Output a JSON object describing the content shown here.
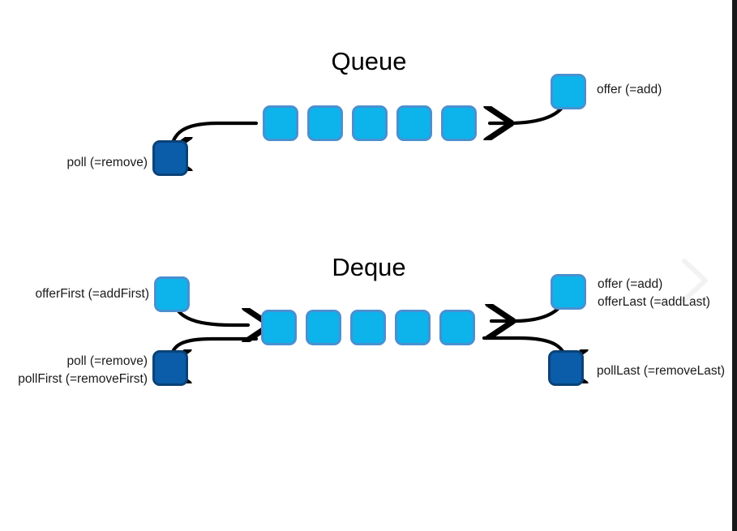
{
  "diagram": {
    "background_color": "#ffffff",
    "accent_light": "#0db3eb",
    "accent_light_border": "#4a90d0",
    "accent_dark": "#0b5ca9",
    "accent_dark_border": "#0a4277",
    "arrow_color": "#000000",
    "edge_strip_color": "#17181a"
  },
  "queue": {
    "title": "Queue",
    "cell_count": 5,
    "enqueue": {
      "label": "offer (=add)"
    },
    "dequeue": {
      "label": "poll (=remove)"
    }
  },
  "deque": {
    "title": "Deque",
    "cell_count": 5,
    "front_add": {
      "label": "offerFirst (=addFirst)"
    },
    "front_remove": {
      "line1": "poll (=remove)",
      "line2": "pollFirst (=removeFirst)"
    },
    "back_add": {
      "line1": "offer (=add)",
      "line2": "offerLast (=addLast)"
    },
    "back_remove": {
      "label": "pollLast (=removeLast)"
    }
  },
  "icons": {
    "watermark": "chevron-right-icon"
  }
}
